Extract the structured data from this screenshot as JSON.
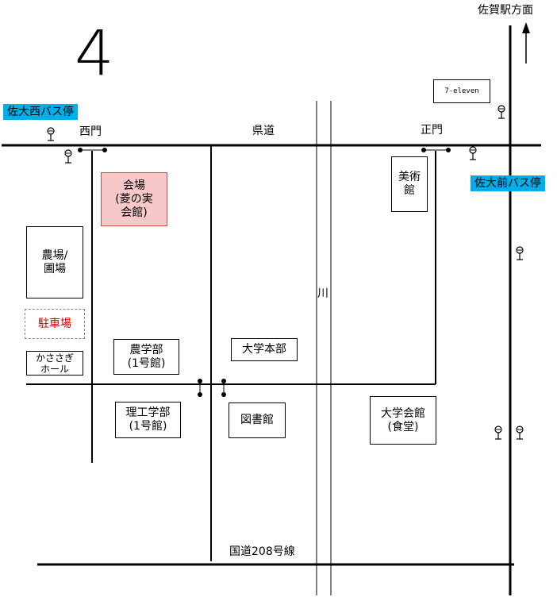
{
  "colors": {
    "road": "#000000",
    "bus_stop_label_bg": "#00aee8",
    "venue_fill": "#f6c8c8",
    "venue_border": "#c05050",
    "parking_text": "#cc0000",
    "parking_border": "#888888"
  },
  "north_mark": "4",
  "station_direction": "佐賀駅方面",
  "roads": {
    "prefectural": "県道",
    "national": "国道208号線",
    "river": "川"
  },
  "gates": {
    "west": "西門",
    "main": "正門"
  },
  "bus_stops": {
    "west": "佐大西バス停",
    "front": "佐大前バス停"
  },
  "buildings": {
    "seven_eleven": "7-eleven",
    "venue": "会場\n(菱の実\n会館)",
    "art_museum": "美術\n館",
    "farm": "農場/\n圃場",
    "parking": "駐車場",
    "kasasagi_hall": "かささぎ\nホール",
    "agriculture": "農学部\n(1号館)",
    "univ_hq": "大学本部",
    "science_eng": "理工学部\n(1号館)",
    "library": "図書館",
    "univ_hall": "大学会館\n(食堂)"
  },
  "icons": {
    "bus_stop": "bus-stop-pin-icon",
    "north_arrow": "north-arrow-icon",
    "gate": "gate-icon"
  }
}
